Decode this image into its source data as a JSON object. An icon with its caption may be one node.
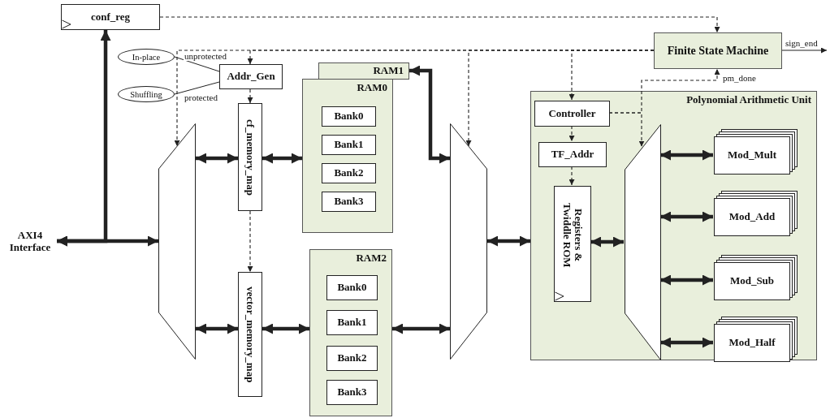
{
  "diagram": {
    "nodes": [
      {
        "text": [
          "conf_reg"
        ]
      },
      {
        "text": [
          "Finite State Machine"
        ]
      },
      {
        "text": [
          "In-place"
        ]
      },
      {
        "text": [
          "Shuffling"
        ]
      },
      {
        "text": [
          "Addr_Gen"
        ]
      },
      {
        "text": [
          "AXI4 Interface"
        ]
      },
      {
        "text": [],
        "shape": "trapezoid"
      },
      {
        "text": [
          "cf_memory_map"
        ]
      },
      {
        "text": [
          "vector_memory_map"
        ]
      },
      {
        "text": [
          "RAM1"
        ]
      },
      {
        "text": [
          "RAM0"
        ]
      },
      {
        "text": [
          "Bank0"
        ],
        "in": 10
      },
      {
        "text": [
          "Bank1"
        ],
        "in": 10
      },
      {
        "text": [
          "Bank2"
        ],
        "in": 10
      },
      {
        "text": [
          "Bank3"
        ],
        "in": 10
      },
      {
        "text": [
          "RAM2"
        ]
      },
      {
        "text": [
          "Bank0"
        ],
        "in": 15
      },
      {
        "text": [
          "Bank1"
        ],
        "in": 15
      },
      {
        "text": [
          "Bank2"
        ],
        "in": 15
      },
      {
        "text": [
          "Bank3"
        ],
        "in": 15
      },
      {
        "text": [],
        "shape": "trapezoid"
      },
      {
        "text": [
          "Polynomial Arithmetic Unit"
        ]
      },
      {
        "text": [
          "Controller"
        ],
        "in": 21
      },
      {
        "text": [
          "TF_Addr"
        ],
        "in": 21
      },
      {
        "text": [
          "Registers & Twiddle ROM"
        ],
        "in": 21
      },
      {
        "text": [],
        "shape": "trapezoid",
        "in": 21
      },
      {
        "text": [
          "Mod_Mult"
        ],
        "in": 21
      },
      {
        "text": [
          "Mod_Add"
        ],
        "in": 21
      },
      {
        "text": [
          "Mod_Sub"
        ],
        "in": 21
      },
      {
        "text": [
          "Mod_Half"
        ],
        "in": 21
      }
    ],
    "edges": [
      {
        "from": 5,
        "to": 0,
        "arrow": "both",
        "style": "thick"
      },
      {
        "from": 5,
        "to": 6,
        "arrow": "both",
        "style": "thick"
      },
      {
        "from": 0,
        "to": 1,
        "arrow": "to",
        "style": "dashed"
      },
      {
        "from": 1,
        "to": 4,
        "arrow": "to",
        "style": "dashed"
      },
      {
        "from": 1,
        "to": 6,
        "arrow": "to",
        "style": "dashed"
      },
      {
        "from": 1,
        "to": 20,
        "arrow": "to",
        "style": "dashed"
      },
      {
        "from": 1,
        "to": 22,
        "arrow": "to",
        "style": "dashed"
      },
      {
        "from": 1,
        "to": null,
        "label": "sign_end",
        "arrow": "to"
      },
      {
        "from": 2,
        "to": 4,
        "label": "unprotected",
        "arrow": "none"
      },
      {
        "from": 3,
        "to": 4,
        "label": "protected",
        "arrow": "none"
      },
      {
        "from": 4,
        "to": 7,
        "arrow": "to",
        "style": "dashed"
      },
      {
        "from": 7,
        "to": 8,
        "arrow": "to",
        "style": "dashed"
      },
      {
        "from": 6,
        "to": 7,
        "arrow": "both",
        "style": "thick"
      },
      {
        "from": 6,
        "to": 8,
        "arrow": "both",
        "style": "thick"
      },
      {
        "from": 7,
        "to": 10,
        "arrow": "both",
        "style": "thick"
      },
      {
        "from": 8,
        "to": 15,
        "arrow": "both",
        "style": "thick"
      },
      {
        "from": 9,
        "to": 20,
        "arrow": "both",
        "style": "thick"
      },
      {
        "from": 15,
        "to": 20,
        "arrow": "both",
        "style": "thick"
      },
      {
        "from": 20,
        "to": 21,
        "arrow": "both",
        "style": "thick"
      },
      {
        "from": 22,
        "to": 23,
        "arrow": "to",
        "style": "dashed"
      },
      {
        "from": 23,
        "to": 24,
        "arrow": "to",
        "style": "dashed"
      },
      {
        "from": 22,
        "to": 25,
        "arrow": "to",
        "style": "dashed"
      },
      {
        "from": 22,
        "to": 1,
        "label": "pm_done",
        "arrow": "to",
        "style": "dashed"
      },
      {
        "from": 24,
        "to": 25,
        "arrow": "both",
        "style": "thick"
      },
      {
        "from": 25,
        "to": 26,
        "arrow": "both",
        "style": "thick"
      },
      {
        "from": 25,
        "to": 27,
        "arrow": "both",
        "style": "thick"
      },
      {
        "from": 25,
        "to": 28,
        "arrow": "both",
        "style": "thick"
      },
      {
        "from": 25,
        "to": 29,
        "arrow": "both",
        "style": "thick"
      }
    ]
  }
}
